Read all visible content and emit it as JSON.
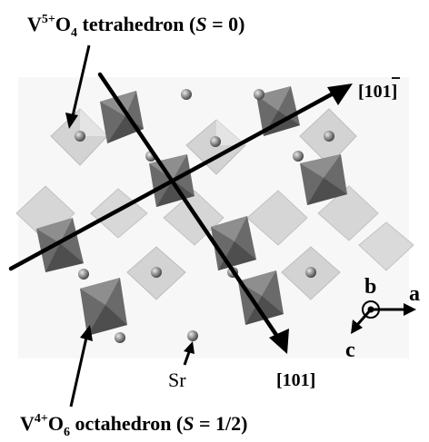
{
  "labels": {
    "top": {
      "prefix": "V",
      "sup": "5+",
      "mid": "O",
      "sub": "4",
      "rest": " tetrahedron (",
      "spin_var": "S",
      "spin_val": " = 0)"
    },
    "bottom": {
      "prefix": "V",
      "sup": "4+",
      "mid": "O",
      "sub": "6",
      "rest": " octahedron (",
      "spin_var": "S",
      "spin_val": " = 1/2)"
    },
    "dir_upper": {
      "bracket_open": "[10",
      "bar_digit": "1",
      "bracket_close": "]"
    },
    "dir_lower": "[101]",
    "sr": "Sr",
    "axis_b": "b",
    "axis_a": "a",
    "axis_c": "c"
  },
  "colors": {
    "octahedron_dark": "#5c5c5c",
    "octahedron_mid": "#858585",
    "tetrahedron_light": "#cfcfcf",
    "tetrahedron_lighter": "#e6e6e6",
    "atom": "#8a8a8a",
    "arrow": "#000000"
  }
}
